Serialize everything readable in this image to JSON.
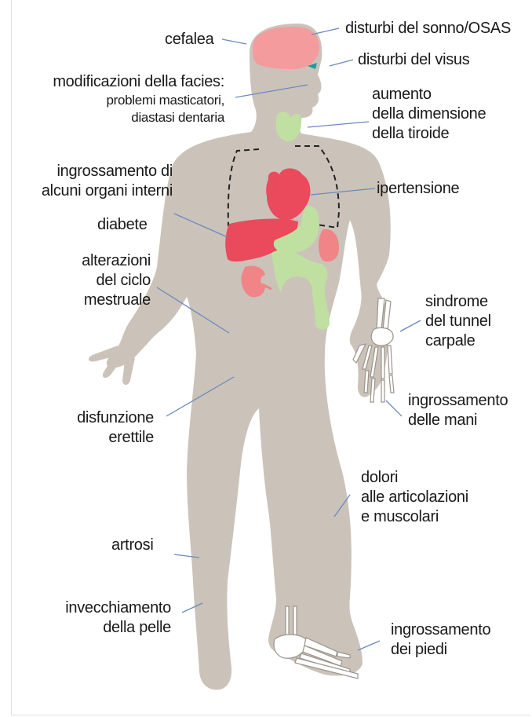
{
  "colors": {
    "body": "#cbc3ba",
    "brain": "#f49b9d",
    "organ_red": "#ea4a5c",
    "organ_pink": "#f08487",
    "organ_green": "#bfe0a0",
    "leader": "#6b89bd",
    "eye": "#1d9aa1"
  },
  "labels": {
    "cefalea": "cefalea",
    "sonno": "disturbi del sonno/OSAS",
    "visus": "disturbi del visus",
    "facies": [
      "modificazioni della facies:",
      "problemi masticatori,",
      "diastasi dentaria"
    ],
    "tiroide": [
      "aumento",
      "della dimensione",
      "della tiroide"
    ],
    "organi": [
      "ingrossamento di",
      "alcuni organi interni"
    ],
    "ipertensione": "ipertensione",
    "diabete": "diabete",
    "ciclo": [
      "alterazioni",
      "del ciclo",
      "mestruale"
    ],
    "tunnel": [
      "sindrome",
      "del tunnel",
      "carpale"
    ],
    "mani": [
      "ingrossamento",
      "delle mani"
    ],
    "erettile": [
      "disfunzione",
      "erettile"
    ],
    "articolazioni": [
      "dolori",
      "alle articolazioni",
      "e muscolari"
    ],
    "artrosi": "artrosi",
    "pelle": [
      "invecchiamento",
      "della pelle"
    ],
    "piedi": [
      "ingrossamento",
      "dei piedi"
    ]
  }
}
